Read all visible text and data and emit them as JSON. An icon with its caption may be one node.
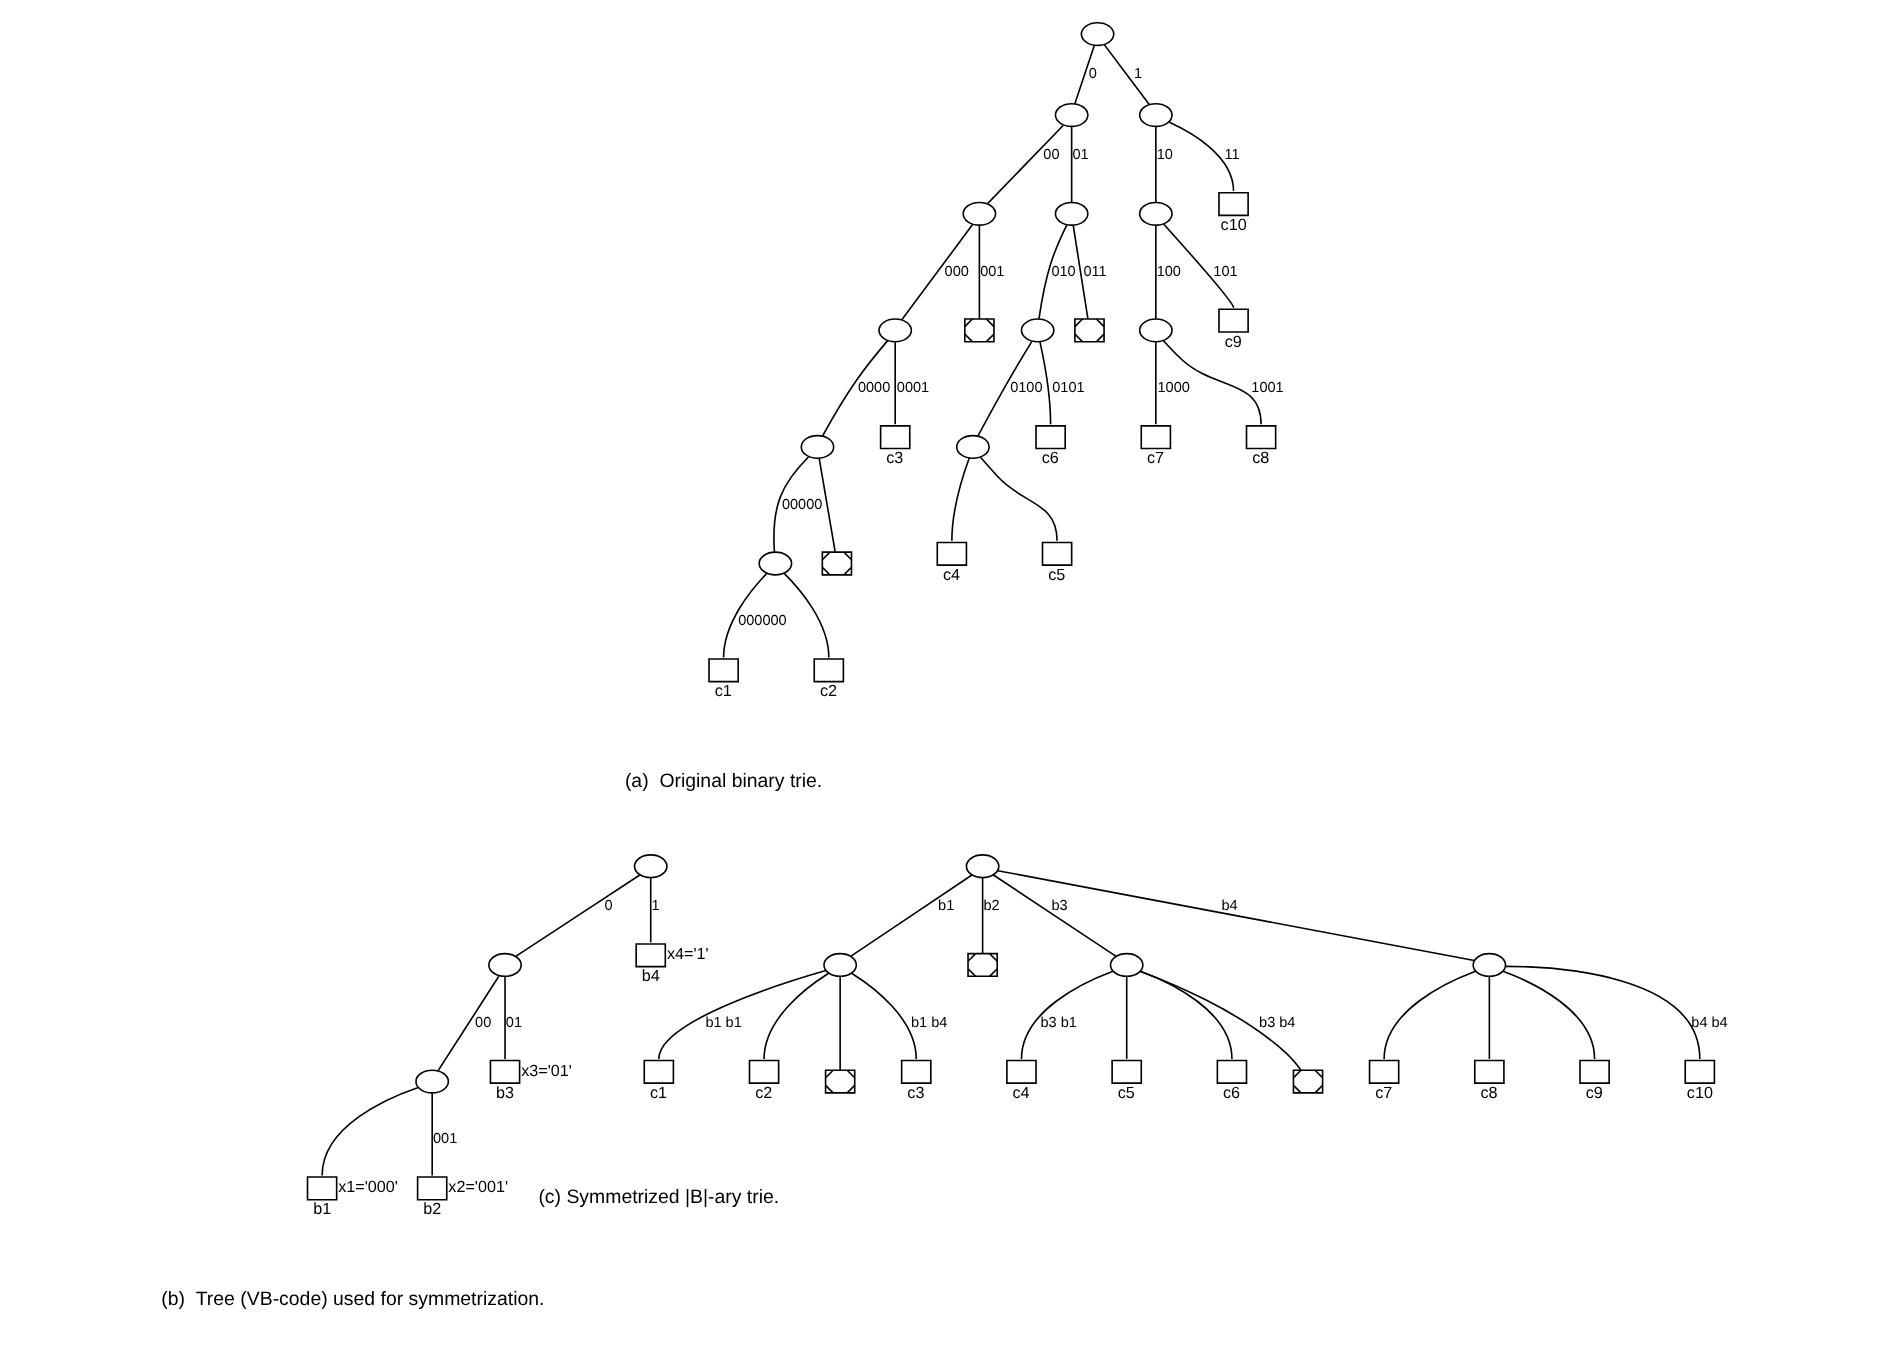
{
  "diagram": {
    "nodes": [
      {
        "text": [],
        "shape": "circle"
      },
      {
        "text": [],
        "shape": "circle"
      },
      {
        "text": [],
        "shape": "circle"
      },
      {
        "text": [],
        "shape": "circle"
      },
      {
        "text": [],
        "shape": "circle"
      },
      {
        "text": [],
        "shape": "circle"
      },
      {
        "text": [],
        "shape": "box",
        "beside": [
          "c10"
        ]
      },
      {
        "text": [],
        "shape": "circle"
      },
      {
        "text": [],
        "shape": "crossed"
      },
      {
        "text": [],
        "shape": "circle"
      },
      {
        "text": [],
        "shape": "crossed"
      },
      {
        "text": [],
        "shape": "circle"
      },
      {
        "text": [],
        "shape": "box",
        "beside": [
          "c9"
        ]
      },
      {
        "text": [],
        "shape": "circle"
      },
      {
        "text": [],
        "shape": "box",
        "beside": [
          "c3"
        ]
      },
      {
        "text": [],
        "shape": "circle"
      },
      {
        "text": [],
        "shape": "box",
        "beside": [
          "c6"
        ]
      },
      {
        "text": [],
        "shape": "box",
        "beside": [
          "c7"
        ]
      },
      {
        "text": [],
        "shape": "box",
        "beside": [
          "c8"
        ]
      },
      {
        "text": [],
        "shape": "circle"
      },
      {
        "text": [],
        "shape": "crossed"
      },
      {
        "text": [],
        "shape": "box",
        "beside": [
          "c4"
        ]
      },
      {
        "text": [],
        "shape": "box",
        "beside": [
          "c5"
        ]
      },
      {
        "text": [],
        "shape": "box",
        "beside": [
          "c1"
        ]
      },
      {
        "text": [],
        "shape": "box",
        "beside": [
          "c2"
        ]
      },
      {
        "text": [],
        "shape": "circle"
      },
      {
        "text": [],
        "shape": "circle"
      },
      {
        "text": [],
        "shape": "box",
        "beside": [
          "x4='1'",
          "b4"
        ]
      },
      {
        "text": [],
        "shape": "circle"
      },
      {
        "text": [],
        "shape": "box",
        "beside": [
          "x3='01'",
          "b3"
        ]
      },
      {
        "text": [],
        "shape": "box",
        "beside": [
          "x1='000'",
          "b1"
        ]
      },
      {
        "text": [],
        "shape": "box",
        "beside": [
          "x2='001'",
          "b2"
        ]
      },
      {
        "text": [],
        "shape": "circle"
      },
      {
        "text": [],
        "shape": "circle"
      },
      {
        "text": [],
        "shape": "crossed"
      },
      {
        "text": [],
        "shape": "circle"
      },
      {
        "text": [],
        "shape": "circle"
      },
      {
        "text": [],
        "shape": "box",
        "beside": [
          "c1"
        ]
      },
      {
        "text": [],
        "shape": "box",
        "beside": [
          "c2"
        ]
      },
      {
        "text": [],
        "shape": "crossed"
      },
      {
        "text": [],
        "shape": "box",
        "beside": [
          "c3"
        ]
      },
      {
        "text": [],
        "shape": "box",
        "beside": [
          "c4"
        ]
      },
      {
        "text": [],
        "shape": "box",
        "beside": [
          "c5"
        ]
      },
      {
        "text": [],
        "shape": "box",
        "beside": [
          "c6"
        ]
      },
      {
        "text": [],
        "shape": "crossed"
      },
      {
        "text": [],
        "shape": "box",
        "beside": [
          "c7"
        ]
      },
      {
        "text": [],
        "shape": "box",
        "beside": [
          "c8"
        ]
      },
      {
        "text": [],
        "shape": "box",
        "beside": [
          "c9"
        ]
      },
      {
        "text": [],
        "shape": "box",
        "beside": [
          "c10"
        ]
      }
    ],
    "edges": [
      {
        "from": 0,
        "to": 1,
        "arrow": "none",
        "label": "0"
      },
      {
        "from": 0,
        "to": 2,
        "arrow": "none",
        "label": "1"
      },
      {
        "from": 1,
        "to": 3,
        "arrow": "none",
        "label": "00"
      },
      {
        "from": 1,
        "to": 4,
        "arrow": "none",
        "label": "01"
      },
      {
        "from": 2,
        "to": 5,
        "arrow": "none",
        "label": "10"
      },
      {
        "from": 2,
        "to": 6,
        "arrow": "none",
        "label": "11"
      },
      {
        "from": 3,
        "to": 7,
        "arrow": "none",
        "label": "000"
      },
      {
        "from": 3,
        "to": 8,
        "arrow": "none",
        "label": "001"
      },
      {
        "from": 4,
        "to": 9,
        "arrow": "none",
        "label": "010"
      },
      {
        "from": 4,
        "to": 10,
        "arrow": "none",
        "label": "011"
      },
      {
        "from": 5,
        "to": 11,
        "arrow": "none",
        "label": "100"
      },
      {
        "from": 5,
        "to": 12,
        "arrow": "none",
        "label": "101"
      },
      {
        "from": 7,
        "to": 13,
        "arrow": "none",
        "label": "0000"
      },
      {
        "from": 7,
        "to": 14,
        "arrow": "none",
        "label": "0001"
      },
      {
        "from": 9,
        "to": 15,
        "arrow": "none",
        "label": "0100"
      },
      {
        "from": 9,
        "to": 16,
        "arrow": "none",
        "label": "0101"
      },
      {
        "from": 11,
        "to": 17,
        "arrow": "none",
        "label": "1000"
      },
      {
        "from": 11,
        "to": 18,
        "arrow": "none",
        "label": "1001"
      },
      {
        "from": 13,
        "to": 19,
        "arrow": "none",
        "label": "00000"
      },
      {
        "from": 13,
        "to": 20,
        "arrow": "none"
      },
      {
        "from": 15,
        "to": 21,
        "arrow": "none"
      },
      {
        "from": 15,
        "to": 22,
        "arrow": "none"
      },
      {
        "from": 19,
        "to": 23,
        "arrow": "none",
        "label": "000000"
      },
      {
        "from": 19,
        "to": 24,
        "arrow": "none"
      },
      {
        "from": 25,
        "to": 26,
        "arrow": "none",
        "label": "0"
      },
      {
        "from": 25,
        "to": 27,
        "arrow": "none",
        "label": "1"
      },
      {
        "from": 26,
        "to": 28,
        "arrow": "none",
        "label": "00"
      },
      {
        "from": 26,
        "to": 29,
        "arrow": "none",
        "label": "01"
      },
      {
        "from": 28,
        "to": 30,
        "arrow": "none"
      },
      {
        "from": 28,
        "to": 31,
        "arrow": "none",
        "label": "001"
      },
      {
        "from": 32,
        "to": 33,
        "arrow": "none",
        "label": "b1"
      },
      {
        "from": 32,
        "to": 34,
        "arrow": "none",
        "label": "b2"
      },
      {
        "from": 32,
        "to": 35,
        "arrow": "none",
        "label": "b3"
      },
      {
        "from": 32,
        "to": 36,
        "arrow": "none",
        "label": "b4"
      },
      {
        "from": 33,
        "to": 37,
        "arrow": "none",
        "label": "b1 b1"
      },
      {
        "from": 33,
        "to": 38,
        "arrow": "none"
      },
      {
        "from": 33,
        "to": 39,
        "arrow": "none"
      },
      {
        "from": 33,
        "to": 40,
        "arrow": "none",
        "label": "b1 b4"
      },
      {
        "from": 35,
        "to": 41,
        "arrow": "none",
        "label": "b3 b1"
      },
      {
        "from": 35,
        "to": 42,
        "arrow": "none"
      },
      {
        "from": 35,
        "to": 43,
        "arrow": "none"
      },
      {
        "from": 35,
        "to": 44,
        "arrow": "none",
        "label": "b3 b4"
      },
      {
        "from": 36,
        "to": 45,
        "arrow": "none"
      },
      {
        "from": 36,
        "to": 46,
        "arrow": "none"
      },
      {
        "from": 36,
        "to": 47,
        "arrow": "none"
      },
      {
        "from": 36,
        "to": 48,
        "arrow": "none",
        "label": "b4 b4"
      }
    ],
    "labels": [
      "(a)  Original binary trie.",
      "(b)  Tree (VB-code) used for symmetrization.",
      "(c) Symmetrized |B|-ary trie."
    ]
  }
}
